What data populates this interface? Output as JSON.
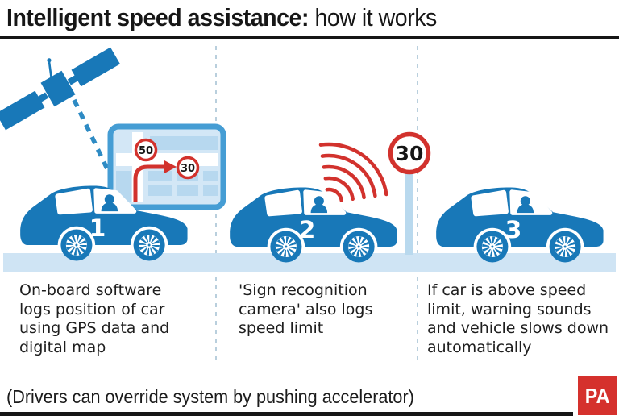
{
  "title": {
    "bold_part": "Intelligent speed assistance:",
    "regular_part": "how it works"
  },
  "steps": [
    {
      "number": "1",
      "caption": "On-board software logs position of car using GPS data and digital map"
    },
    {
      "number": "2",
      "caption": "'Sign recognition camera' also logs speed limit"
    },
    {
      "number": "3",
      "caption": "If car is above speed limit, warning sounds and vehicle slows down automatically"
    }
  ],
  "nav_screen": {
    "speed_sign_50": "50",
    "speed_sign_30": "30"
  },
  "roadside_sign": {
    "value": "30"
  },
  "footer": {
    "note": "(Drivers can override system by pushing accelerator)",
    "credit": "PA"
  },
  "icons": {
    "satellite": "satellite-icon",
    "gps_beam": "gps-signal-beam-icon",
    "nav_screen": "navigation-map-icon",
    "route_arrow": "route-arrow-icon",
    "camera_waves": "sign-recognition-waves-icon",
    "speed_sign": "speed-limit-sign-icon"
  },
  "colors": {
    "illustration_blue": "#1878b8",
    "light_blue": "#cfe4f4",
    "screen_border_blue": "#459dd4",
    "map_block_blue": "#b7d8ef",
    "signal_red": "#d2322d",
    "pa_logo_red": "#d5312d",
    "divider_blue": "#b9cfdd",
    "ink": "#161616"
  }
}
